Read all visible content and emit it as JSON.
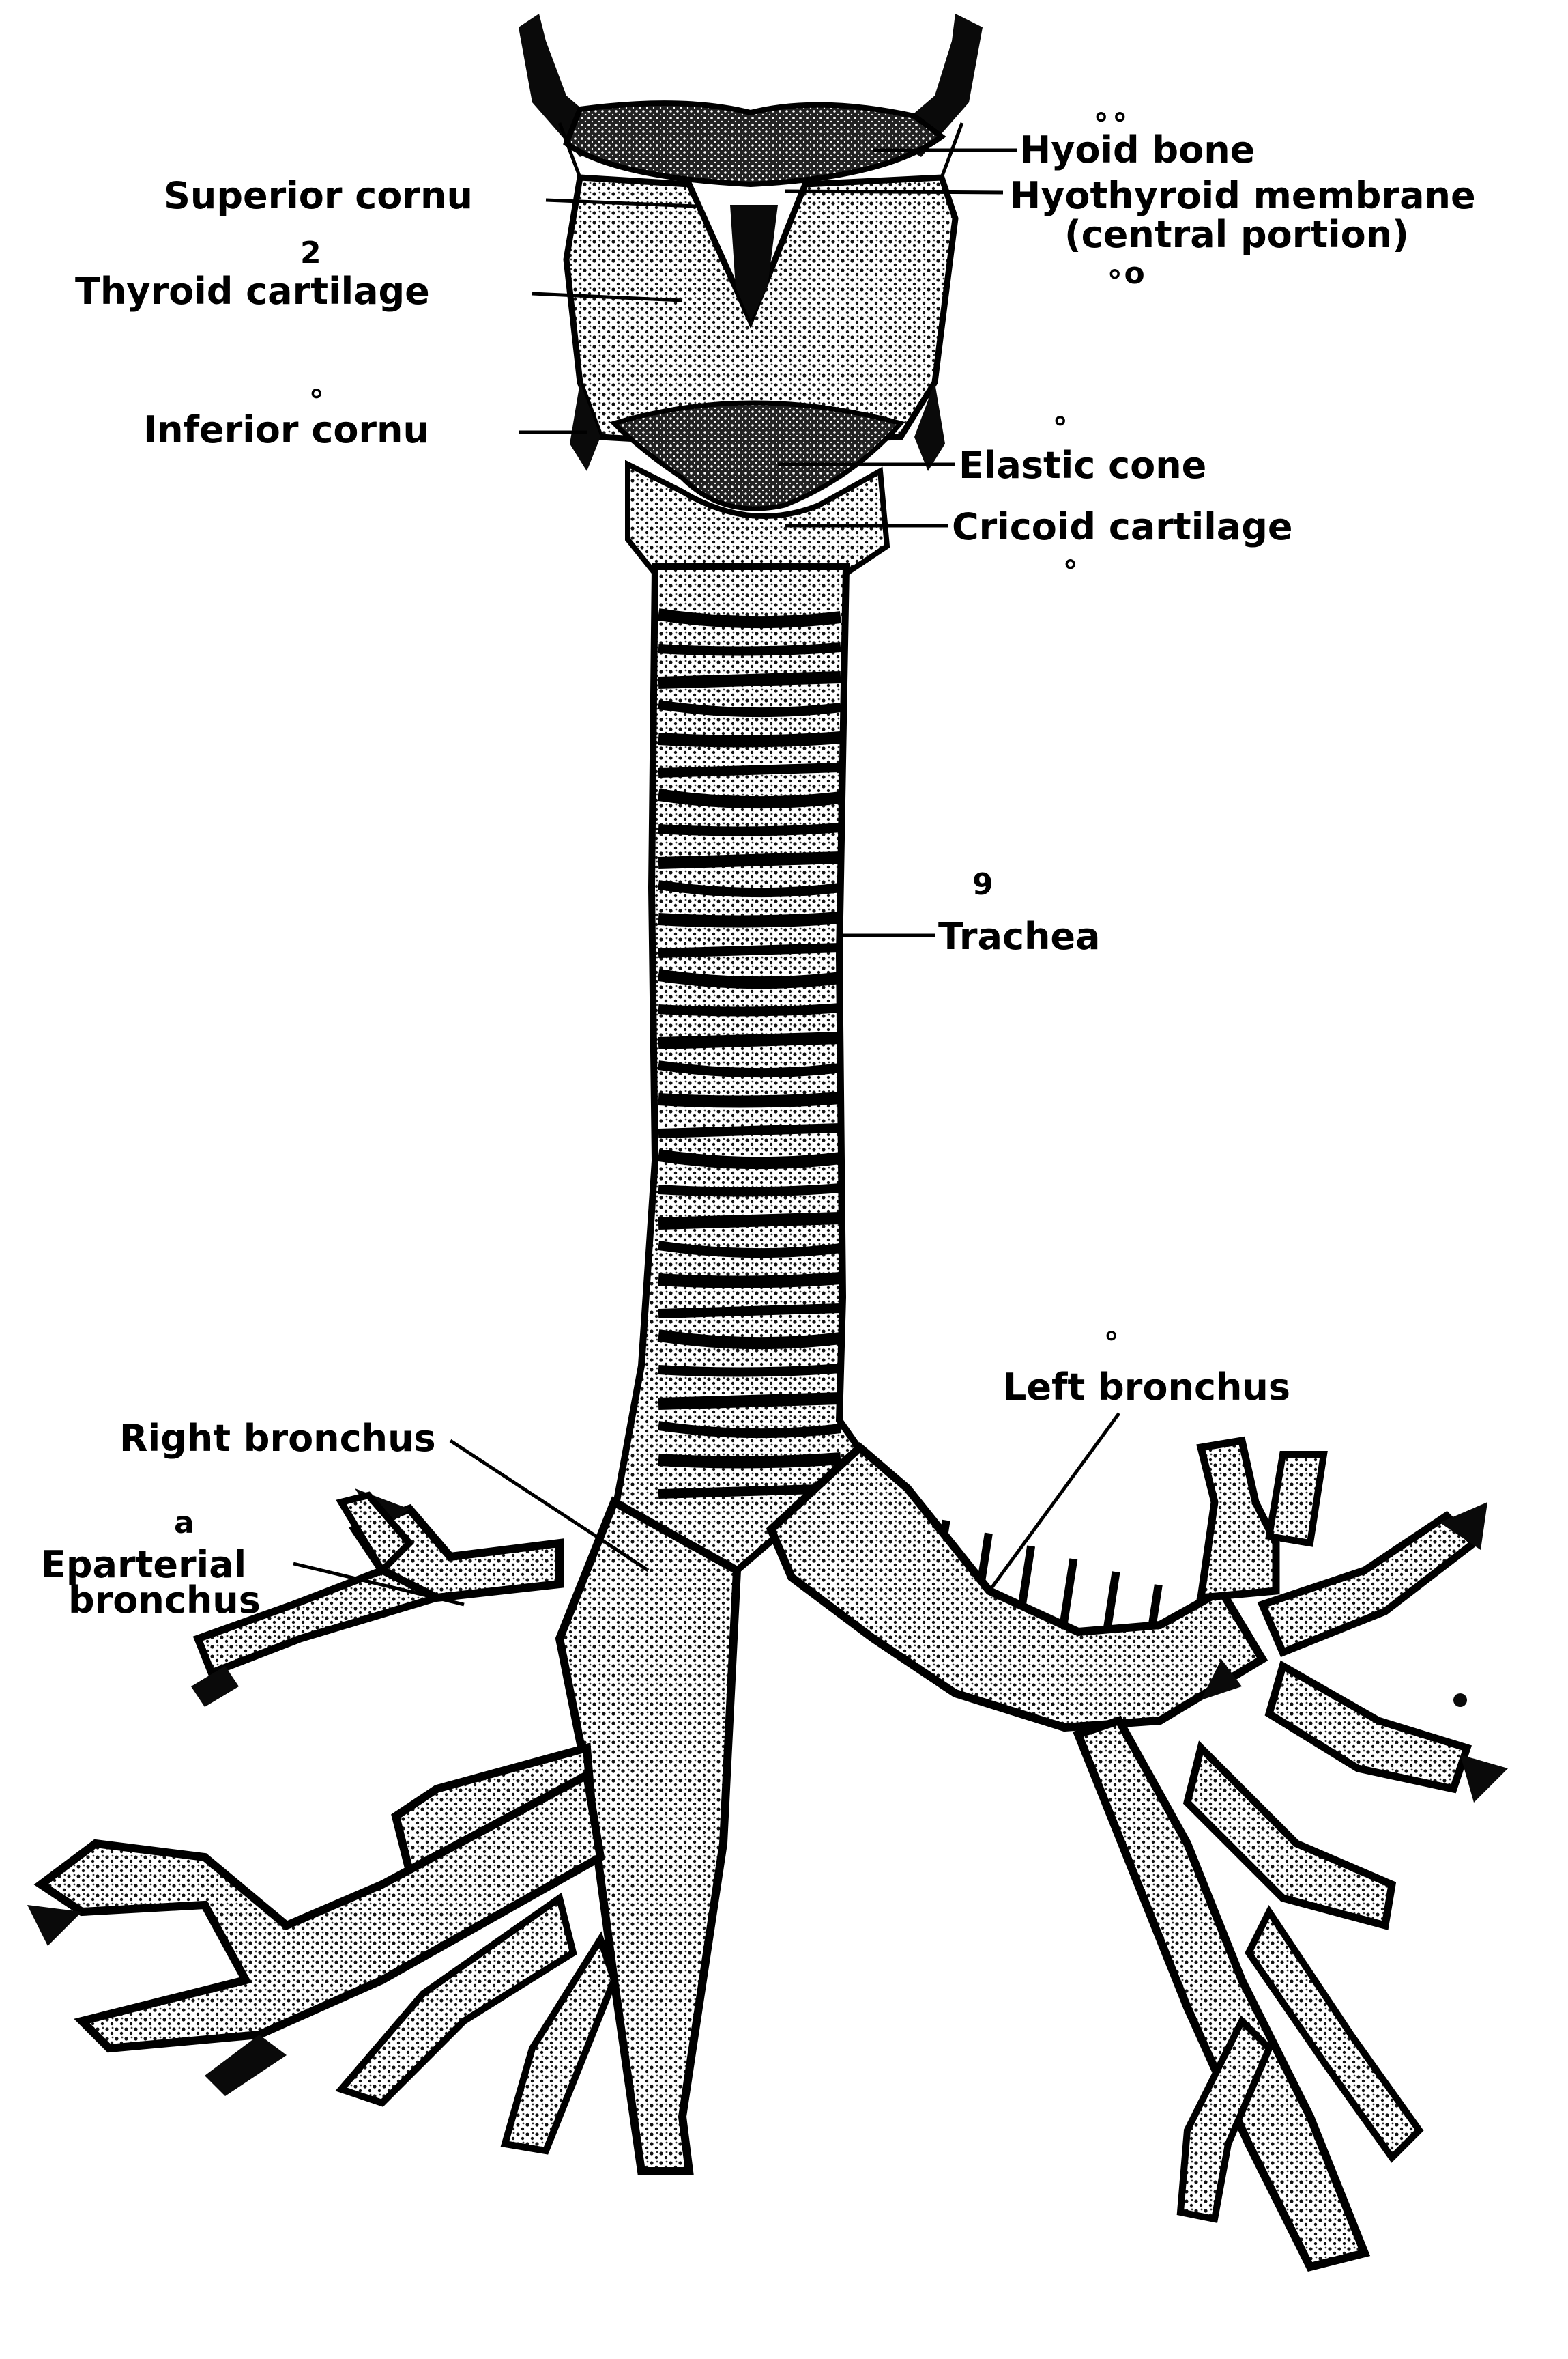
{
  "labels": {
    "hyoid_bone": "Hyoid bone",
    "superior_cornu": "Superior cornu",
    "hyothyroid_membrane_1": "Hyothyroid membrane",
    "hyothyroid_membrane_2": "(central portion)",
    "thyroid_cartilage": "Thyroid cartilage",
    "inferior_cornu": "Inferior cornu",
    "elastic_cone": "Elastic cone",
    "cricoid_cartilage": "Cricoid cartilage",
    "trachea": "Trachea",
    "left_bronchus": "Left bronchus",
    "right_bronchus": "Right bronchus",
    "eparterial_bronchus_1": "Eparterial",
    "eparterial_bronchus_2": "bronchus"
  },
  "handwritten_marks": {
    "hyoid": "∘∘",
    "thyroid": "2",
    "hyothyroid": "∘o",
    "inferior_cornu": "∘",
    "elastic_cone": "∘",
    "cricoid": "∘",
    "trachea": "9",
    "left_bronchus": "∘",
    "eparterial": "a"
  },
  "colors": {
    "ink": "#0a0a0a",
    "paper": "#ffffff"
  }
}
